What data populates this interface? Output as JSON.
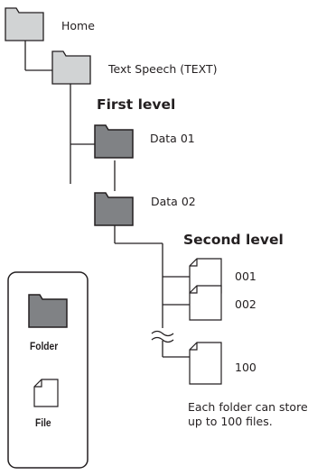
{
  "tree": {
    "home_label": "Home",
    "text_speech_label": "Text Speech (TEXT)",
    "first_level_title": "First level",
    "data01_label": "Data 01",
    "data02_label": "Data 02",
    "second_level_title": "Second level",
    "file_001_label": "001",
    "file_002_label": "002",
    "file_100_label": "100"
  },
  "note": {
    "line1": "Each folder can store",
    "line2": "up to 100 files."
  },
  "legend": {
    "folder_label": "Folder",
    "file_label": "File"
  },
  "colors": {
    "light_folder": "#d1d3d4",
    "dark_folder": "#808285",
    "line": "#231f20",
    "background": "#ffffff"
  }
}
